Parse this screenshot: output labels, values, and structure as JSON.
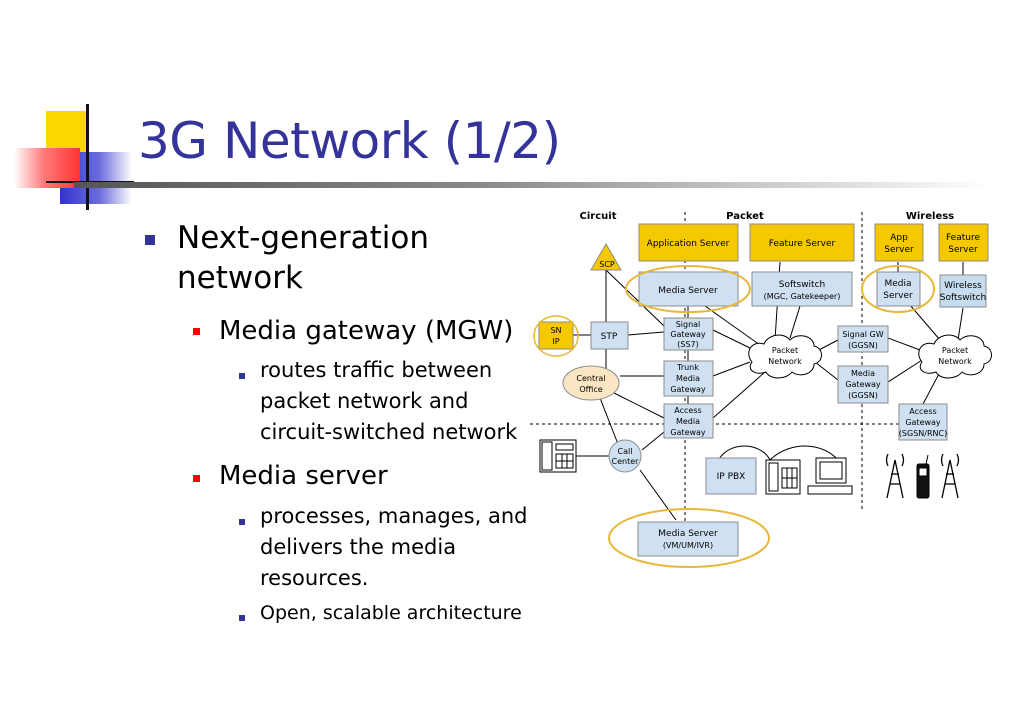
{
  "slide": {
    "title": "3G Network (1/2)",
    "bullets": {
      "l1": [
        "Next-generation",
        "network"
      ],
      "mgw": {
        "heading": "Media gateway (MGW)",
        "sub": [
          "routes traffic between",
          "packet network and",
          "circuit-switched network"
        ]
      },
      "ms": {
        "heading": "Media server",
        "sub": [
          "processes, manages, and",
          "delivers the media",
          "resources."
        ],
        "sub2": "Open, scalable architecture"
      }
    }
  },
  "diagram": {
    "sections": {
      "circuit": "Circuit",
      "packet": "Packet",
      "wireless": "Wireless"
    },
    "nodes": {
      "app_server": [
        "Application Server"
      ],
      "feature_server": [
        "Feature Server"
      ],
      "w_app_server": [
        "App",
        "Server"
      ],
      "w_feature_server": [
        "Feature",
        "Server"
      ],
      "scp": [
        "SCP"
      ],
      "media_server": [
        "Media Server"
      ],
      "softswitch": [
        "Softswitch",
        "(MGC, Gatekeeper)"
      ],
      "w_media_server": [
        "Media",
        "Server"
      ],
      "wireless_softswitch": [
        "Wireless",
        "Softswitch"
      ],
      "sn_ip": [
        "SN",
        "IP"
      ],
      "stp": [
        "STP"
      ],
      "signal_gateway": [
        "Signal",
        "Gateway",
        "(SS7)"
      ],
      "packet_network_1": [
        "Packet",
        "Network"
      ],
      "signal_gw_ggsn": [
        "Signal GW",
        "(GGSN)"
      ],
      "packet_network_2": [
        "Packet",
        "Network"
      ],
      "central_office": [
        "Central",
        "Office"
      ],
      "trunk_media_gateway": [
        "Trunk",
        "Media",
        "Gateway"
      ],
      "media_gateway_ggsn": [
        "Media",
        "Gateway",
        "(GGSN)"
      ],
      "access_media_gateway": [
        "Access",
        "Media",
        "Gateway"
      ],
      "access_gateway": [
        "Access",
        "Gateway",
        "(SGSN/RNC)"
      ],
      "call_center": [
        "Call",
        "Center"
      ],
      "ip_pbx": [
        "IP PBX"
      ],
      "bottom_media_server": [
        "Media Server",
        "(VM/UM/IVR)"
      ]
    },
    "colors": {
      "yellow_fill": "#f5c800",
      "blue_fill": "#cfe0f3",
      "wireless_softswitch_fill": "#c6ddf0",
      "orange_cloud": "#fbe6c3",
      "highlight_ellipse": "#e8b83a"
    }
  }
}
